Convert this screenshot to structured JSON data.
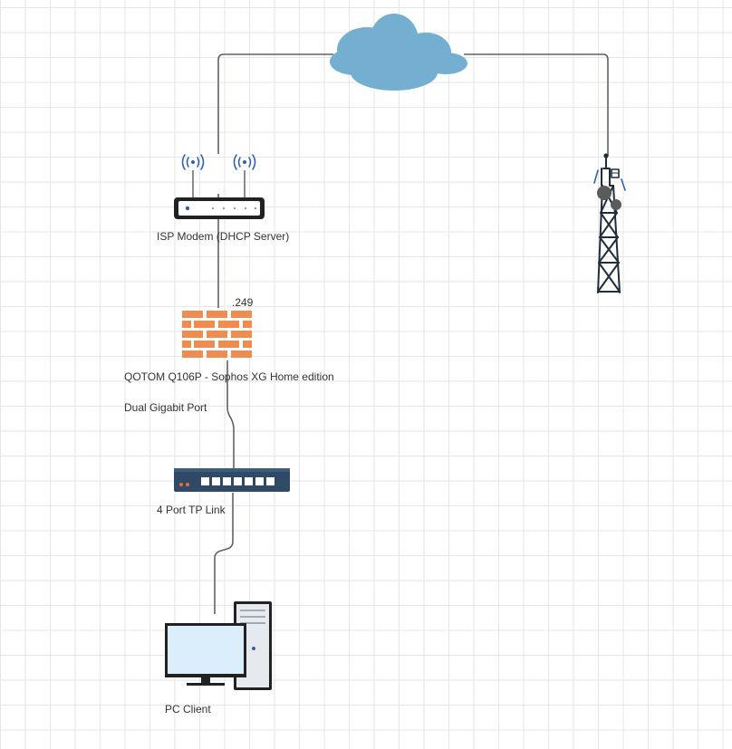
{
  "diagram": {
    "nodes": {
      "internet": {
        "icon": "cloud-icon",
        "color": "#74afd2"
      },
      "cell_tower": {
        "icon": "cell-tower-icon"
      },
      "modem": {
        "icon": "modem-icon",
        "label": "ISP Modem (DHCP Server)"
      },
      "firewall": {
        "icon": "brick-wall-icon",
        "label": "QOTOM Q106P - Sophos XG Home edition",
        "ip_suffix": ".249",
        "note": "Dual Gigabit Port",
        "color": "#ef8c4f"
      },
      "switch": {
        "icon": "network-switch-icon",
        "label": "4 Port TP Link",
        "color": "#2e4a66"
      },
      "pc": {
        "icon": "desktop-computer-icon",
        "label": "PC Client"
      }
    },
    "links": [
      {
        "from": "modem",
        "to": "internet"
      },
      {
        "from": "internet",
        "to": "cell_tower"
      },
      {
        "from": "modem",
        "to": "firewall"
      },
      {
        "from": "firewall",
        "to": "switch"
      },
      {
        "from": "switch",
        "to": "pc"
      }
    ]
  }
}
